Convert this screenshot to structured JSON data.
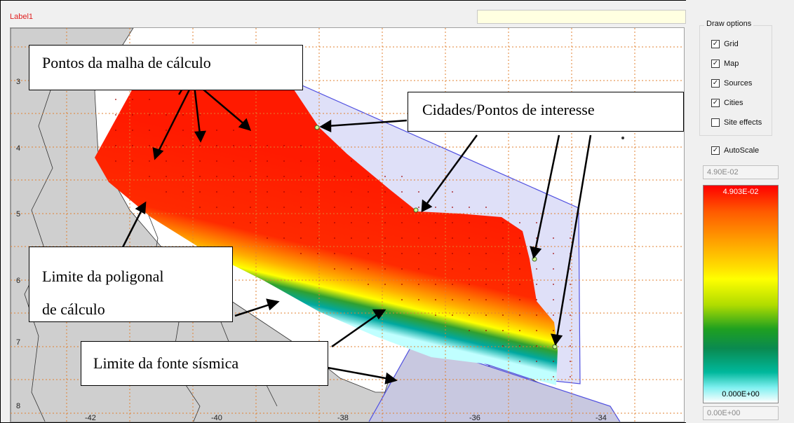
{
  "window": {
    "label": "Label1"
  },
  "map": {
    "lat_ticks": [
      "3",
      "4",
      "5",
      "6",
      "7",
      "8"
    ],
    "lon_ticks": [
      "-42",
      "-40",
      "-38",
      "-36",
      "-34"
    ]
  },
  "annotations": {
    "grid_points": "Pontos da malha de cálculo",
    "cities": "Cidades/Pontos de interesse",
    "polygon_line1": "Limite da poligonal",
    "polygon_line2": "de cálculo",
    "source": "Limite da fonte sísmica"
  },
  "draw_options": {
    "title": "Draw options",
    "items": [
      {
        "label": "Grid",
        "checked": true
      },
      {
        "label": "Map",
        "checked": true
      },
      {
        "label": "Sources",
        "checked": true
      },
      {
        "label": "Cities",
        "checked": true
      },
      {
        "label": "Site effects",
        "checked": false
      }
    ]
  },
  "autoscale": {
    "label": "AutoScale",
    "checked": true
  },
  "scale": {
    "max_input": "4.90E-02",
    "max_label": "4.903E-02",
    "min_label": "0.000E+00",
    "min_input": "0.00E+00"
  },
  "colors": {
    "hazard_high": "#ff1a00",
    "polygon": "#5050e0",
    "grid": "#e08030"
  }
}
